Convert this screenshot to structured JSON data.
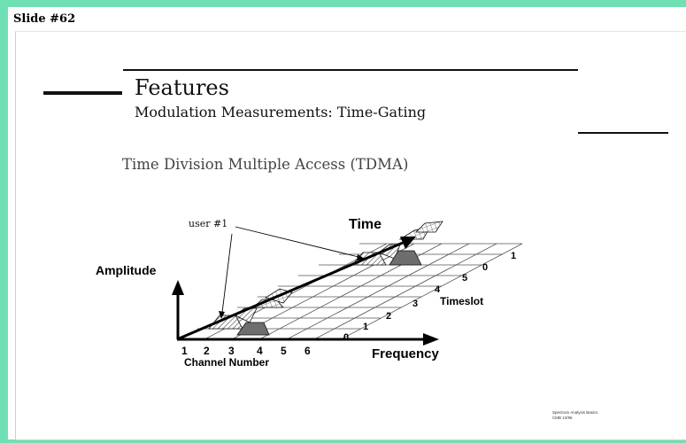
{
  "slide": {
    "number": "Slide #62"
  },
  "header": {
    "title": "Features",
    "subtitle": "Modulation Measurements: Time-Gating"
  },
  "heading": "Time Division Multiple Access (TDMA)",
  "diagram": {
    "axes": {
      "time": "Time",
      "amplitude": "Amplitude",
      "frequency": "Frequency",
      "channel": "Channel Number",
      "timeslot": "Timeslot"
    },
    "user_label": "user #1",
    "channel_numbers": [
      "1",
      "2",
      "3",
      "4",
      "5",
      "6"
    ],
    "timeslot_numbers": [
      "0",
      "1",
      "2",
      "3",
      "4",
      "5",
      "0",
      "1"
    ]
  },
  "footer": {
    "line1": "Spectrum Analysis Basics",
    "line2": "CMB 12/96"
  },
  "colors": {
    "border": "#6fe0b3",
    "ink": "#111111",
    "grid": "#555555"
  }
}
